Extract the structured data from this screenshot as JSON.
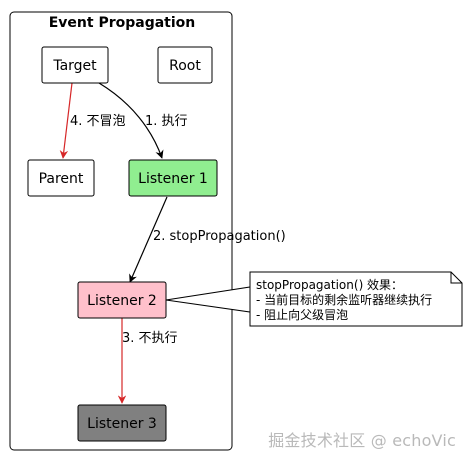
{
  "group": {
    "title": "Event Propagation"
  },
  "nodes": {
    "target": "Target",
    "root": "Root",
    "parent": "Parent",
    "listener1": "Listener 1",
    "listener2": "Listener 2",
    "listener3": "Listener 3"
  },
  "edges": {
    "target_listener1": "1. 执行",
    "listener1_listener2": "2. stopPropagation()",
    "listener2_listener3": "3. 不执行",
    "target_parent": "4. 不冒泡"
  },
  "note": {
    "line1": "stopPropagation() 效果：",
    "line2": "- 当前目标的剩余监听器继续执行",
    "line3": "- 阻止向父级冒泡"
  },
  "colors": {
    "listener1_fill": "#90EE90",
    "listener2_fill": "#FFC0CB",
    "listener3_fill": "#808080",
    "default_fill": "#FFFFFF",
    "blocked_arrow": "#D62728",
    "normal_arrow": "#000000"
  },
  "watermark": "掘金技术社区 @ echoVic"
}
